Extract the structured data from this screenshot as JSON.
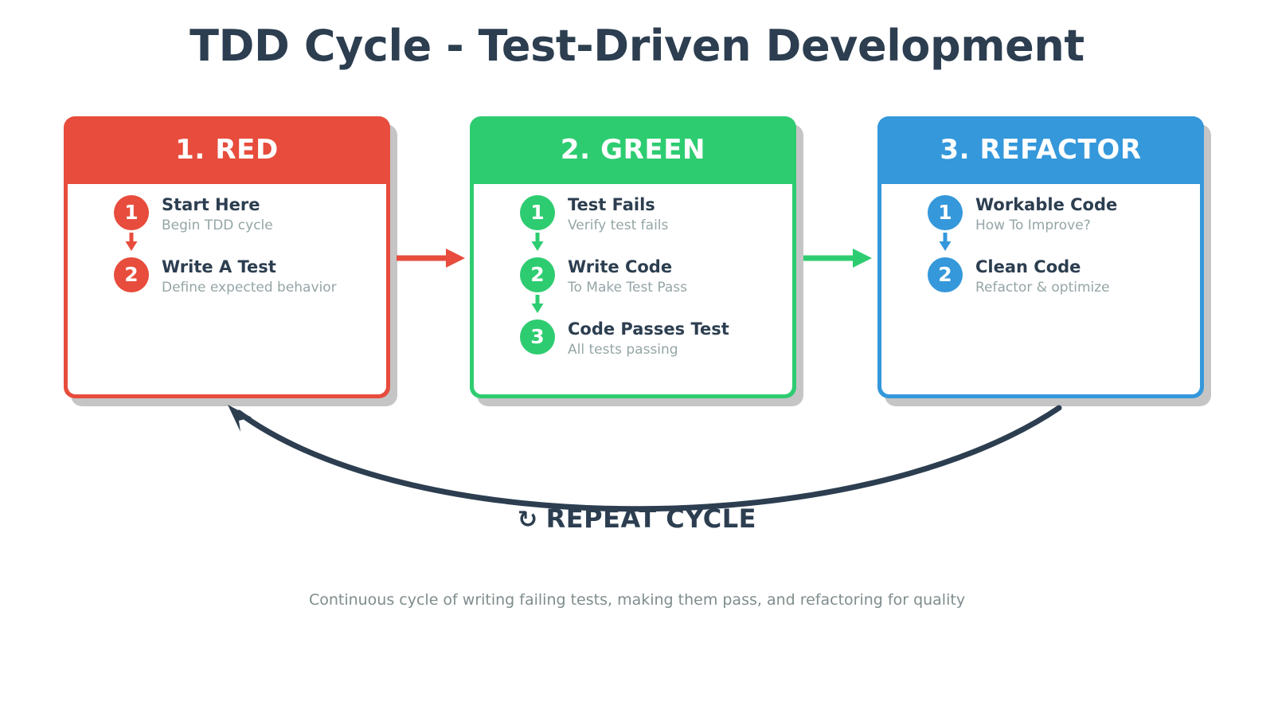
{
  "title": "TDD Cycle - Test-Driven Development",
  "colors": {
    "red": "#E74C3C",
    "green": "#2ECC71",
    "blue": "#3498DB",
    "dark": "#2C3E50",
    "muted": "#95A5A6",
    "footer": "#7F8C8D",
    "shadow": "#A0A0A0",
    "background": "#FFFFFF"
  },
  "cards": [
    {
      "header": "1. RED",
      "accent": "#E74C3C",
      "steps": [
        {
          "number": "1",
          "title": "Start Here",
          "desc": "Begin TDD cycle"
        },
        {
          "number": "2",
          "title": "Write A Test",
          "desc": "Define expected behavior"
        }
      ]
    },
    {
      "header": "2. GREEN",
      "accent": "#2ECC71",
      "steps": [
        {
          "number": "1",
          "title": "Test Fails",
          "desc": "Verify test fails"
        },
        {
          "number": "2",
          "title": "Write Code",
          "desc": "To Make Test Pass"
        },
        {
          "number": "3",
          "title": "Code Passes Test",
          "desc": "All tests passing"
        }
      ]
    },
    {
      "header": "3. REFACTOR",
      "accent": "#3498DB",
      "steps": [
        {
          "number": "1",
          "title": "Workable Code",
          "desc": "How To Improve?"
        },
        {
          "number": "2",
          "title": "Clean Code",
          "desc": "Refactor & optimize"
        }
      ]
    }
  ],
  "connectors": [
    {
      "name": "red-to-green",
      "color": "#E74C3C"
    },
    {
      "name": "green-to-blue",
      "color": "#2ECC71"
    }
  ],
  "repeat": {
    "icon": "↻",
    "label": "REPEAT CYCLE",
    "curve_color": "#2C3E50"
  },
  "footer": "Continuous cycle of writing failing tests, making them pass, and refactoring for quality"
}
